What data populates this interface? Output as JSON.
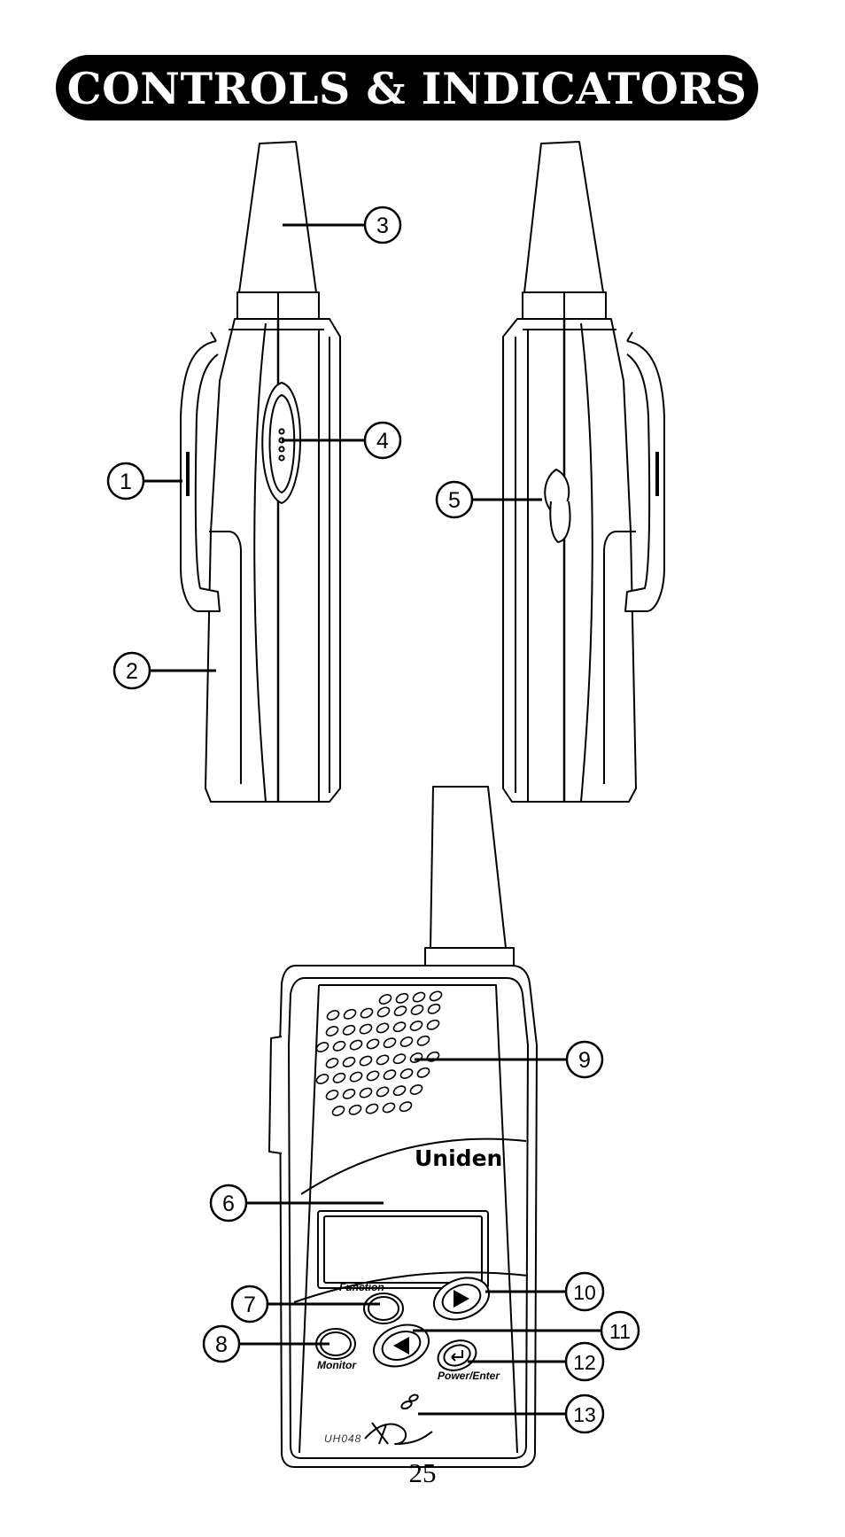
{
  "title": "CONTROLS & INDICATORS",
  "brand": "Uniden",
  "model": "UH048",
  "buttons": {
    "function": "Function",
    "monitor": "Monitor",
    "power_enter": "Power/Enter"
  },
  "callouts": [
    "1",
    "2",
    "3",
    "4",
    "5",
    "6",
    "7",
    "8",
    "9",
    "10",
    "11",
    "12",
    "13"
  ],
  "page_number": "25",
  "colors": {
    "title_bar": "#000000",
    "title_text": "#ffffff",
    "line": "#000000"
  }
}
